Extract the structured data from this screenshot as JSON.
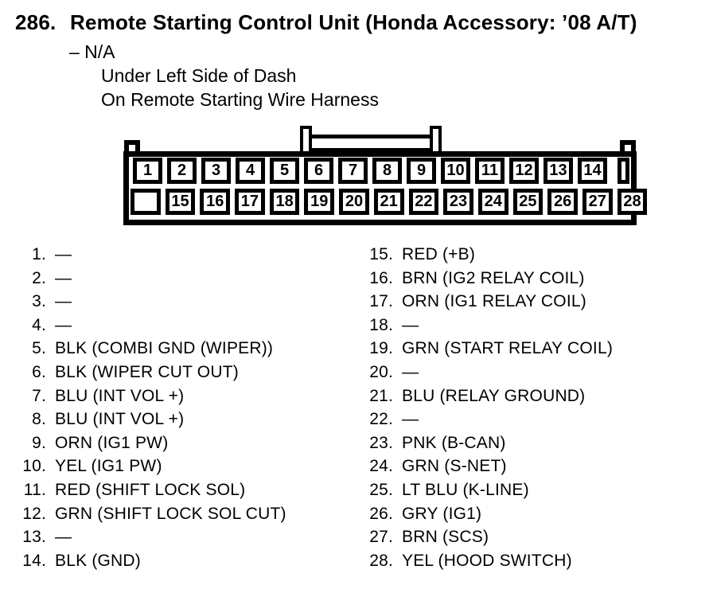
{
  "header": {
    "index": "286.",
    "title": "Remote Starting Control Unit (Honda Accessory: ’08 A/T)",
    "subtitle": "– N/A",
    "location_lines": [
      "Under Left Side of Dash",
      "On Remote Starting Wire Harness"
    ]
  },
  "connector": {
    "top_pins": [
      "1",
      "2",
      "3",
      "4",
      "5",
      "6",
      "7",
      "8",
      "9",
      "10",
      "11",
      "12",
      "13",
      "14"
    ],
    "bottom_pins": [
      "15",
      "16",
      "17",
      "18",
      "19",
      "20",
      "21",
      "22",
      "23",
      "24",
      "25",
      "26",
      "27",
      "28"
    ]
  },
  "pin_list": {
    "left": [
      {
        "num": "1.",
        "label": "—"
      },
      {
        "num": "2.",
        "label": "—"
      },
      {
        "num": "3.",
        "label": "—"
      },
      {
        "num": "4.",
        "label": "—"
      },
      {
        "num": "5.",
        "label": "BLK (COMBI GND (WIPER))"
      },
      {
        "num": "6.",
        "label": "BLK (WIPER CUT OUT)"
      },
      {
        "num": "7.",
        "label": "BLU (INT VOL +)"
      },
      {
        "num": "8.",
        "label": "BLU (INT VOL +)"
      },
      {
        "num": "9.",
        "label": "ORN (IG1 PW)"
      },
      {
        "num": "10.",
        "label": "YEL (IG1 PW)"
      },
      {
        "num": "11.",
        "label": "RED (SHIFT LOCK SOL)"
      },
      {
        "num": "12.",
        "label": "GRN (SHIFT LOCK SOL CUT)"
      },
      {
        "num": "13.",
        "label": "—"
      },
      {
        "num": "14.",
        "label": "BLK (GND)"
      }
    ],
    "right": [
      {
        "num": "15.",
        "label": "RED (+B)"
      },
      {
        "num": "16.",
        "label": "BRN (IG2 RELAY COIL)"
      },
      {
        "num": "17.",
        "label": "ORN (IG1 RELAY COIL)"
      },
      {
        "num": "18.",
        "label": "—"
      },
      {
        "num": "19.",
        "label": "GRN (START RELAY COIL)"
      },
      {
        "num": "20.",
        "label": "—"
      },
      {
        "num": "21.",
        "label": "BLU (RELAY GROUND)"
      },
      {
        "num": "22.",
        "label": "—"
      },
      {
        "num": "23.",
        "label": "PNK (B-CAN)"
      },
      {
        "num": "24.",
        "label": "GRN (S-NET)"
      },
      {
        "num": "25.",
        "label": "LT BLU (K-LINE)"
      },
      {
        "num": "26.",
        "label": "GRY (IG1)"
      },
      {
        "num": "27.",
        "label": "BRN (SCS)"
      },
      {
        "num": "28.",
        "label": "YEL (HOOD SWITCH)"
      }
    ]
  },
  "colors": {
    "ink": "#000000",
    "paper": "#ffffff"
  }
}
